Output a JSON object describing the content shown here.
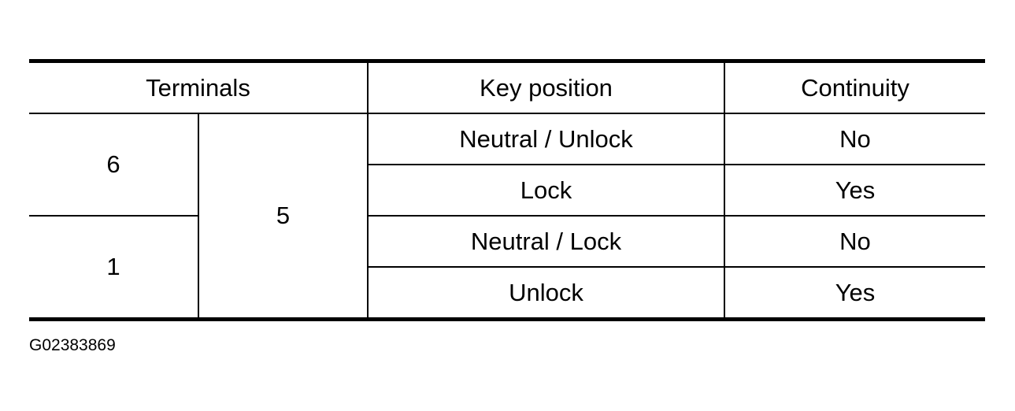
{
  "table": {
    "headers": {
      "terminals": "Terminals",
      "key_position": "Key position",
      "continuity": "Continuity"
    },
    "common_terminal": "5",
    "groups": [
      {
        "terminal": "6",
        "rows": [
          {
            "key_position": "Neutral / Unlock",
            "continuity": "No"
          },
          {
            "key_position": "Lock",
            "continuity": "Yes"
          }
        ]
      },
      {
        "terminal": "1",
        "rows": [
          {
            "key_position": "Neutral / Lock",
            "continuity": "No"
          },
          {
            "key_position": "Unlock",
            "continuity": "Yes"
          }
        ]
      }
    ]
  },
  "figure_code": "G02383869"
}
